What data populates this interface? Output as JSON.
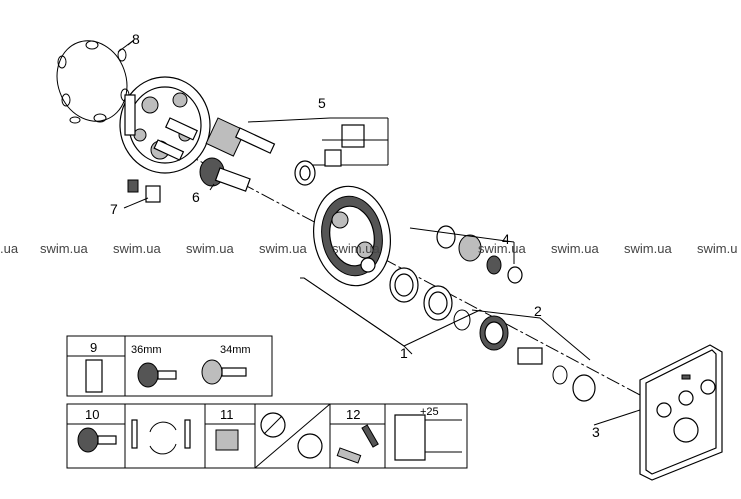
{
  "callouts": {
    "c1": "1",
    "c2": "2",
    "c3": "3",
    "c4": "4",
    "c5": "5",
    "c6": "6",
    "c7": "7",
    "c8": "8"
  },
  "watermark": {
    "w1": ".ua",
    "w2": "swim.ua",
    "w3": "swim.ua",
    "w4": "swim.ua",
    "w5": "swim.ua",
    "w6": "swim.ua",
    "w7": "swim.ua",
    "w8": "swim.ua",
    "w9": "swim.ua",
    "w10": "swim.u"
  },
  "panel_top": {
    "number": "9",
    "size_a": "36mm",
    "size_b": "34mm"
  },
  "panel_bottom": {
    "b10": "10",
    "b11": "11",
    "b12": "12",
    "dim": "+25"
  }
}
